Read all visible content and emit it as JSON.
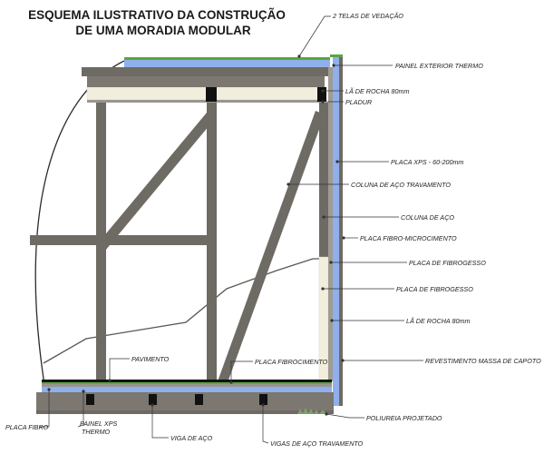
{
  "title": {
    "line1": "ESQUEMA ILUSTRATIVO DA CONSTRUÇÃO",
    "line2": "DE UMA MORADIA MODULAR"
  },
  "labels_right": {
    "telas_vedacao": "2 TELAS DE VEDAÇÃO",
    "painel_exterior_thermo": "PAINEL EXTERIOR THERMO",
    "la_rocha_top": "LÃ DE ROCHA 80mm",
    "pladur": "PLADUR",
    "placa_xps": "PLACA XPS - 60-200mm",
    "coluna_aco_travamento": "COLUNA DE AÇO TRAVAMENTO",
    "coluna_aco": "COLUNA DE AÇO",
    "placa_fibro_microcimento": "PLACA FIBRO-MICROCIMENTO",
    "placa_fibrogesso_1": "PLACA  DE FIBROGESSO",
    "placa_fibrogesso_2": "PLACA  DE FIBROGESSO",
    "la_rocha_bottom": "LÃ DE ROCHA 80mm",
    "revestimento_capoto": "REVESTIMENTO MASSA DE CAPOTO",
    "poliureia": "POLIUREIA PROJETADO"
  },
  "labels_floor": {
    "pavimento": "PAVIMENTO",
    "placa_fibrocimento": "PLACA FIBROCIMENTO"
  },
  "labels_bottom": {
    "placa_fibro": "PLACA FIBRO",
    "painel_xps_line1": "PAINEL XPS",
    "painel_xps_line2": "THERMO",
    "viga_aco": "VIGA DE AÇO",
    "vigas_aco_travamento": "VIGAS DE AÇO TRAVAMENTO"
  },
  "colors": {
    "steel": "#6e6a64",
    "steel_light": "#858079",
    "xps_blue": "#8fb0ea",
    "green_membrane": "#59a640",
    "insulation": "#f2eedd",
    "black_beam": "#111111"
  }
}
